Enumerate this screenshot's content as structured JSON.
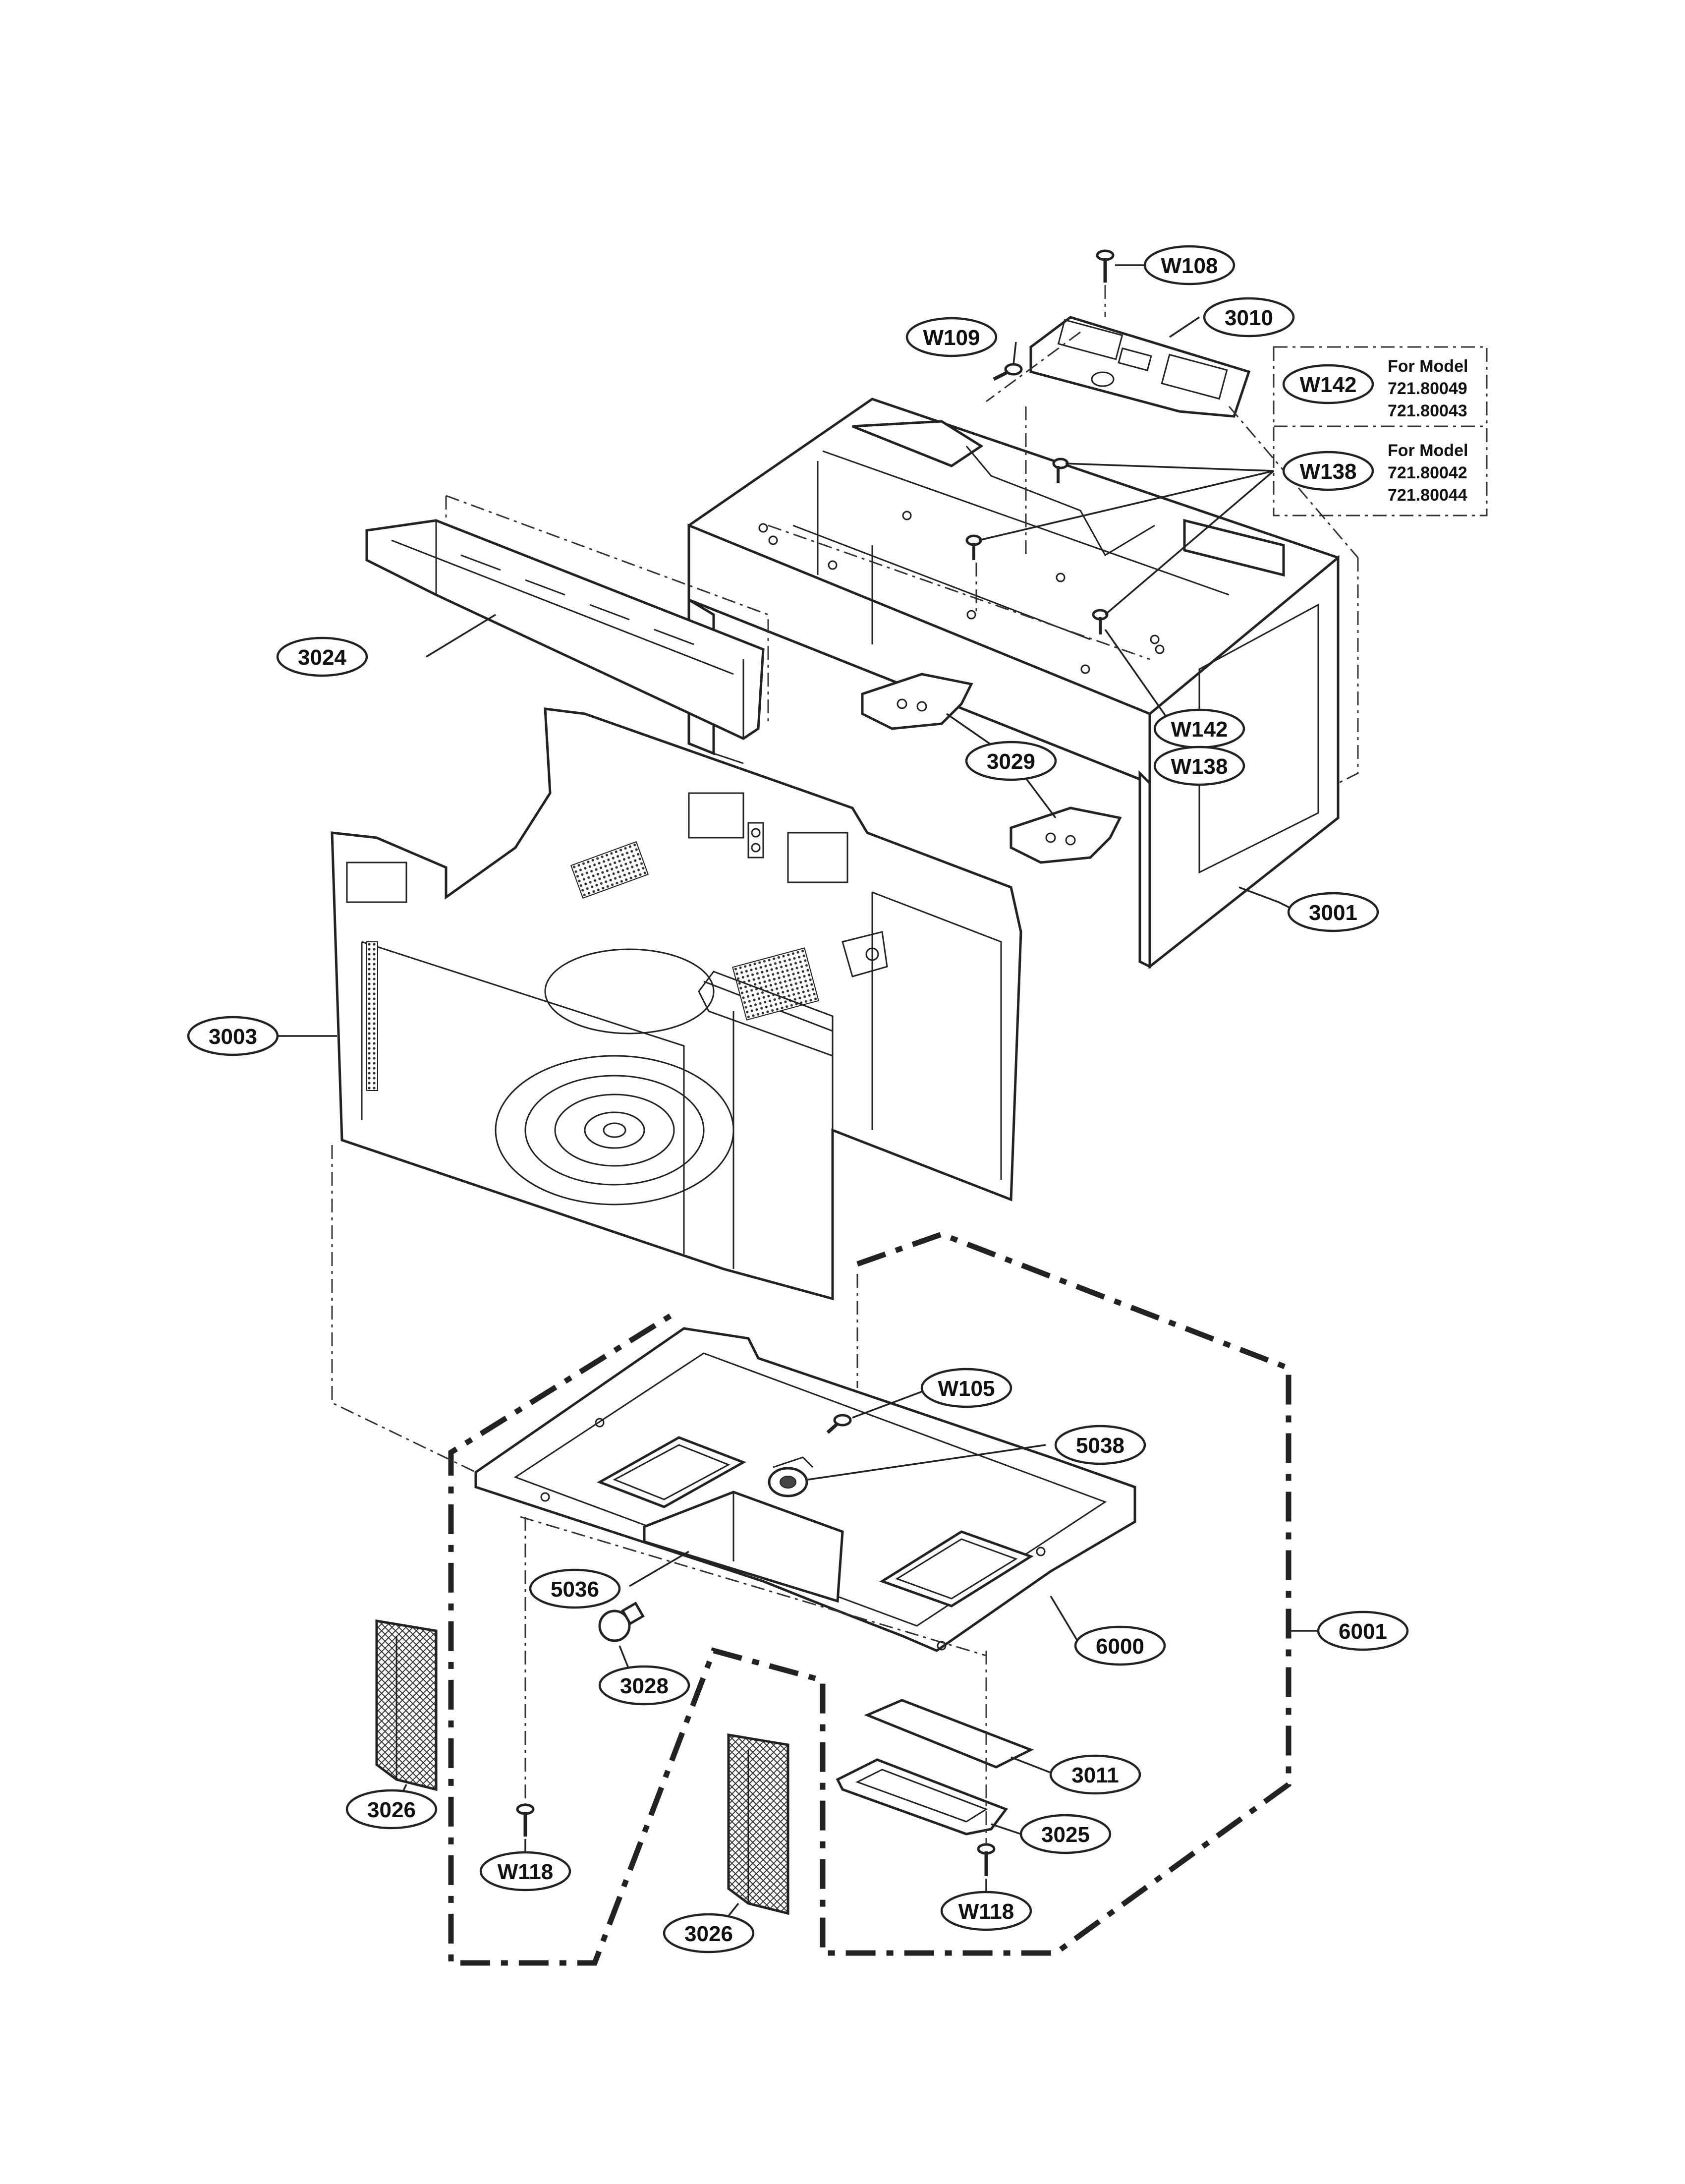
{
  "callouts": [
    {
      "id": "w108",
      "label": "W108"
    },
    {
      "id": "p3010",
      "label": "3010"
    },
    {
      "id": "w109",
      "label": "W109"
    },
    {
      "id": "w142-top",
      "label": "W142"
    },
    {
      "id": "w138-top",
      "label": "W138"
    },
    {
      "id": "p3024",
      "label": "3024"
    },
    {
      "id": "w142-mid",
      "label": "W142"
    },
    {
      "id": "w138-mid",
      "label": "W138"
    },
    {
      "id": "p3029",
      "label": "3029"
    },
    {
      "id": "p3001",
      "label": "3001"
    },
    {
      "id": "p3003",
      "label": "3003"
    },
    {
      "id": "w105",
      "label": "W105"
    },
    {
      "id": "p5038",
      "label": "5038"
    },
    {
      "id": "p5036",
      "label": "5036"
    },
    {
      "id": "p6000",
      "label": "6000"
    },
    {
      "id": "p6001",
      "label": "6001"
    },
    {
      "id": "p3028",
      "label": "3028"
    },
    {
      "id": "p3011",
      "label": "3011"
    },
    {
      "id": "p3026-left",
      "label": "3026"
    },
    {
      "id": "p3025",
      "label": "3025"
    },
    {
      "id": "w118-left",
      "label": "W118"
    },
    {
      "id": "w118-right",
      "label": "W118"
    },
    {
      "id": "p3026-mid",
      "label": "3026"
    }
  ],
  "model_notes": [
    {
      "heading": "For Model",
      "models": [
        "721.80049",
        "721.80043"
      ]
    },
    {
      "heading": "For Model",
      "models": [
        "721.80042",
        "721.80044"
      ]
    }
  ]
}
